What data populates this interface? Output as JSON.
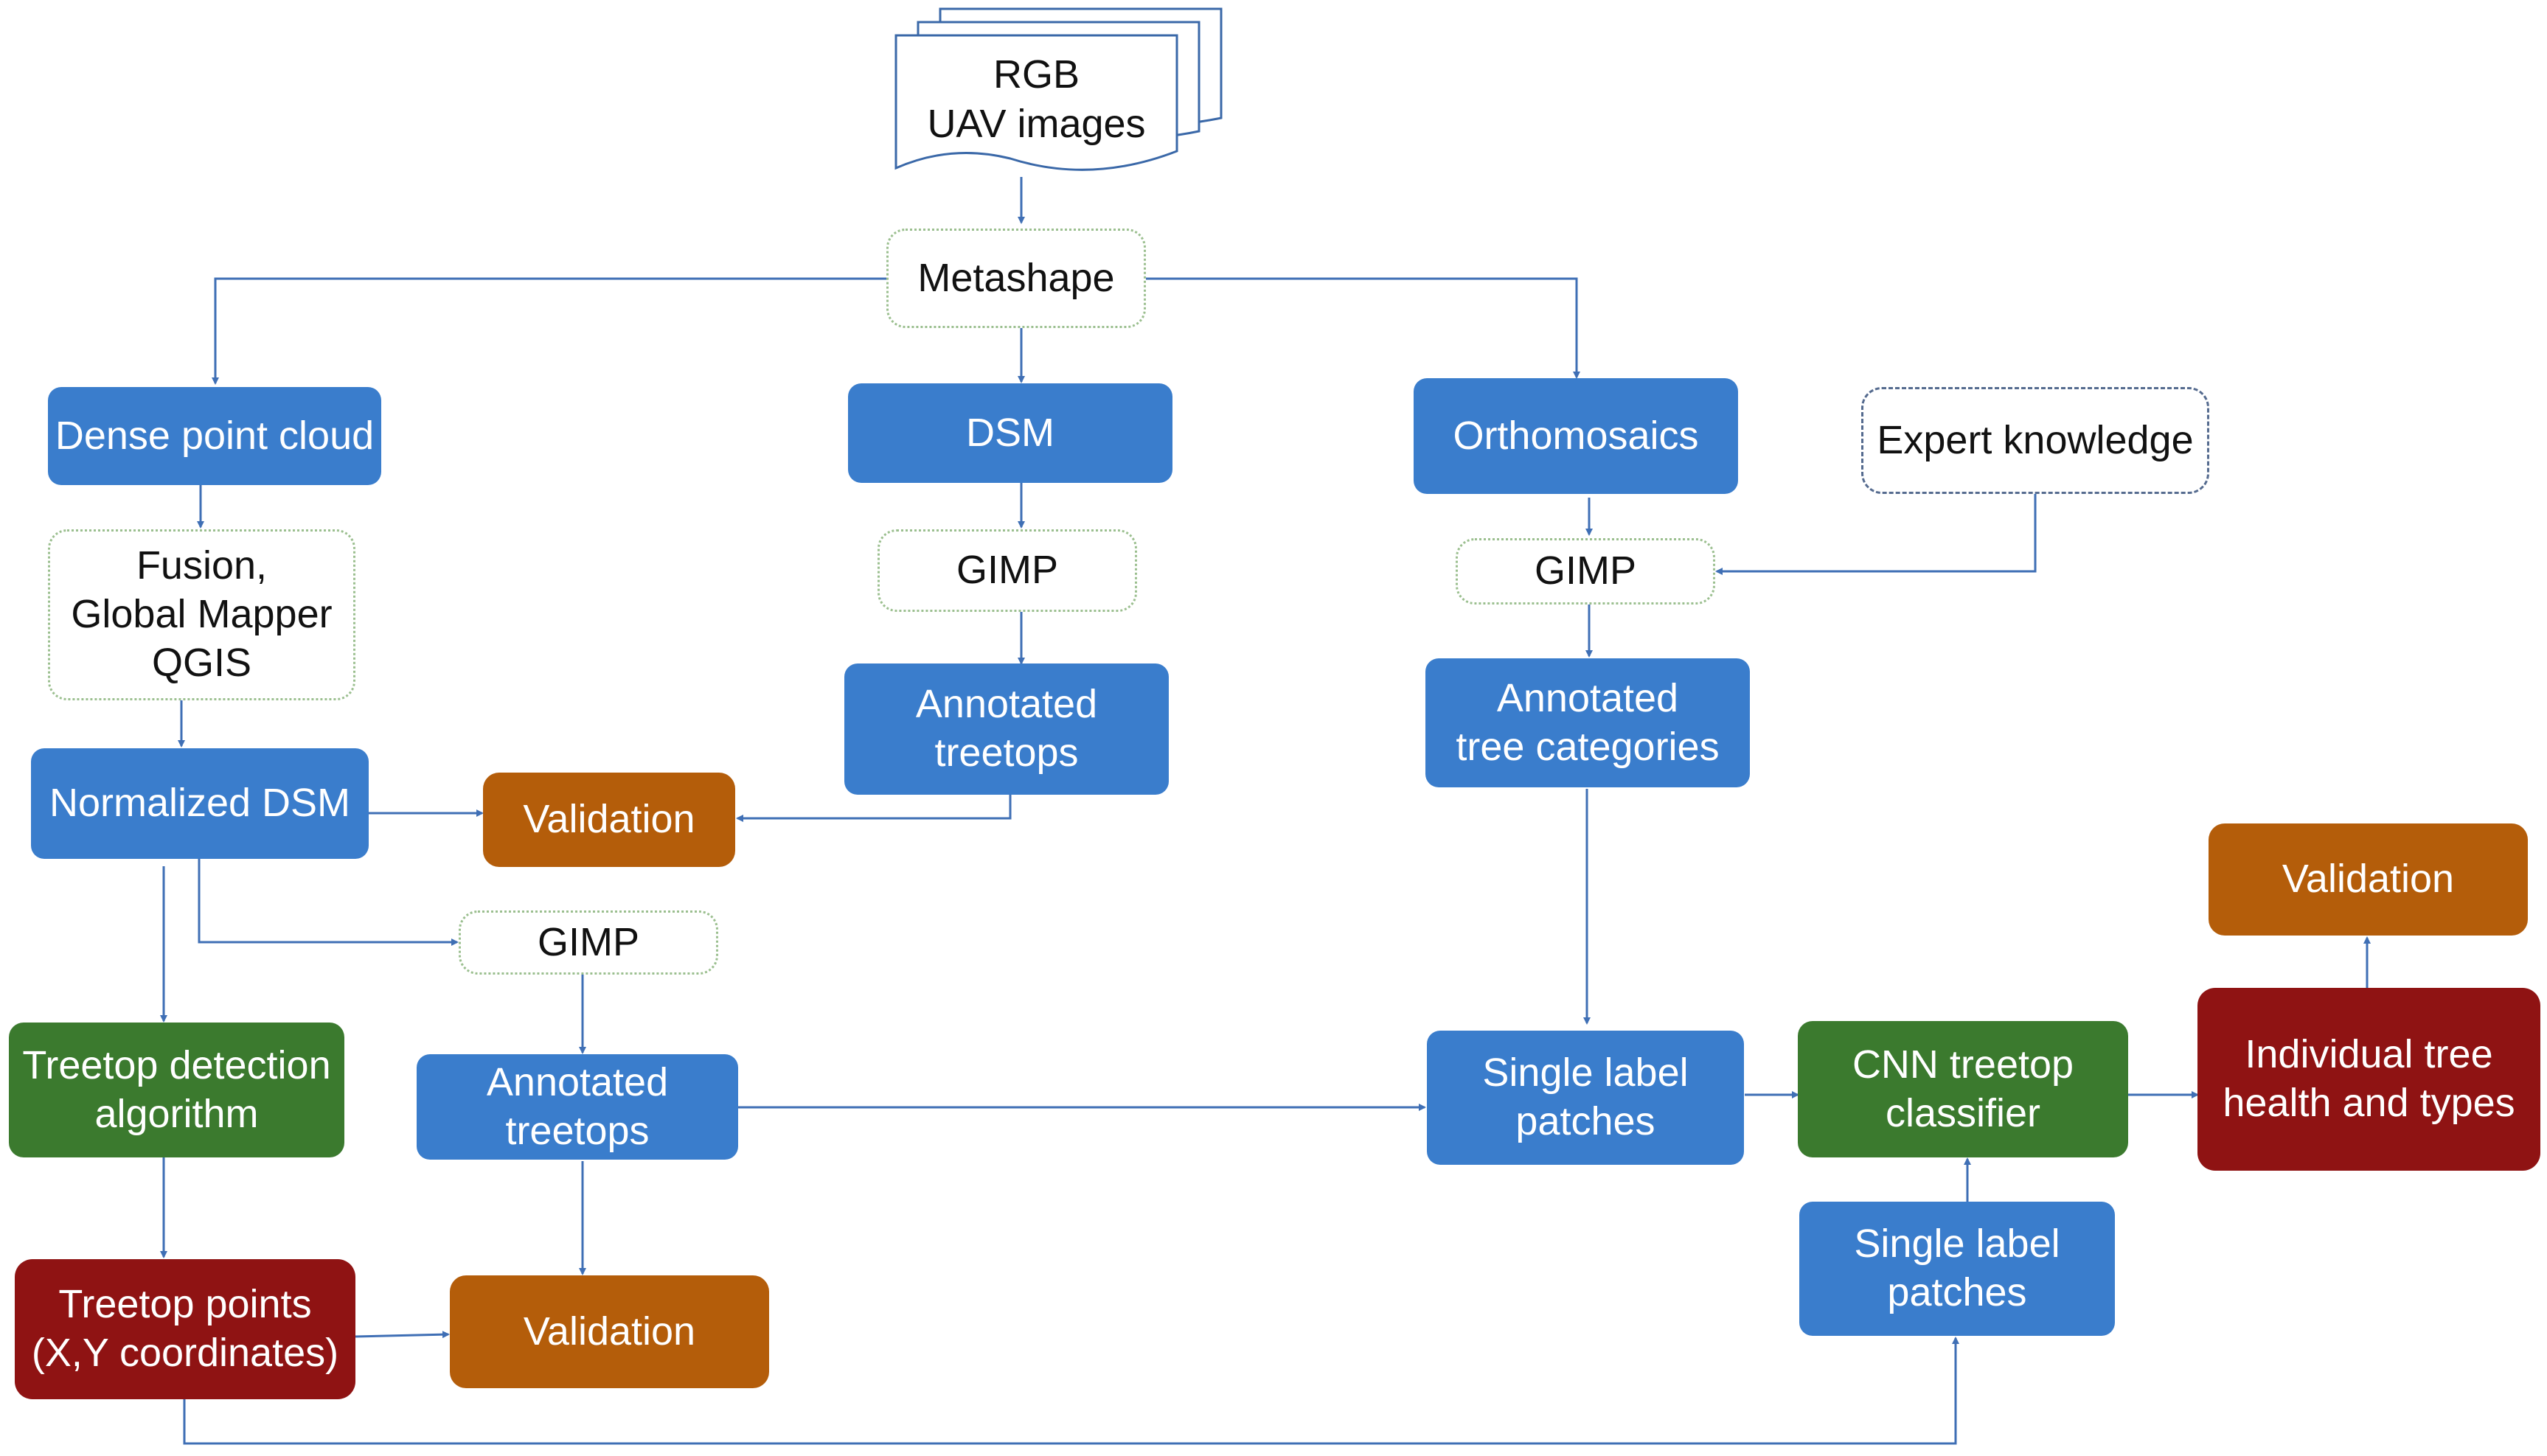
{
  "nodes": {
    "rgb_uav": "RGB\nUAV images",
    "metashape": "Metashape",
    "dense_point_cloud": "Dense point cloud",
    "dsm": "DSM",
    "orthomosaics": "Orthomosaics",
    "expert_knowledge": "Expert knowledge",
    "fusion_tools": "Fusion,\nGlobal Mapper\nQGIS",
    "gimp_dsm": "GIMP",
    "gimp_ortho": "GIMP",
    "gimp_ndsm": "GIMP",
    "normalized_dsm": "Normalized DSM",
    "annotated_treetops_dsm": "Annotated\ntreetops",
    "annotated_tree_categories": "Annotated\ntree categories",
    "validation_top": "Validation",
    "validation_right": "Validation",
    "validation_bottom": "Validation",
    "treetop_detection_algorithm": "Treetop detection\nalgorithm",
    "annotated_treetops_ndsm": "Annotated\ntreetops",
    "single_label_patches_top": "Single label\npatches",
    "cnn_treetop_classifier": "CNN treetop\nclassifier",
    "individual_tree_health": "Individual tree\nhealth and types",
    "treetop_points": "Treetop points\n(X,Y coordinates)",
    "single_label_patches_bottom": "Single label\npatches"
  },
  "colors": {
    "process_blue": "#3a7dcc",
    "validation_orange": "#b45d0a",
    "algorithm_green": "#3b7a2e",
    "output_red": "#8f1313",
    "connector": "#3f6fb5"
  }
}
